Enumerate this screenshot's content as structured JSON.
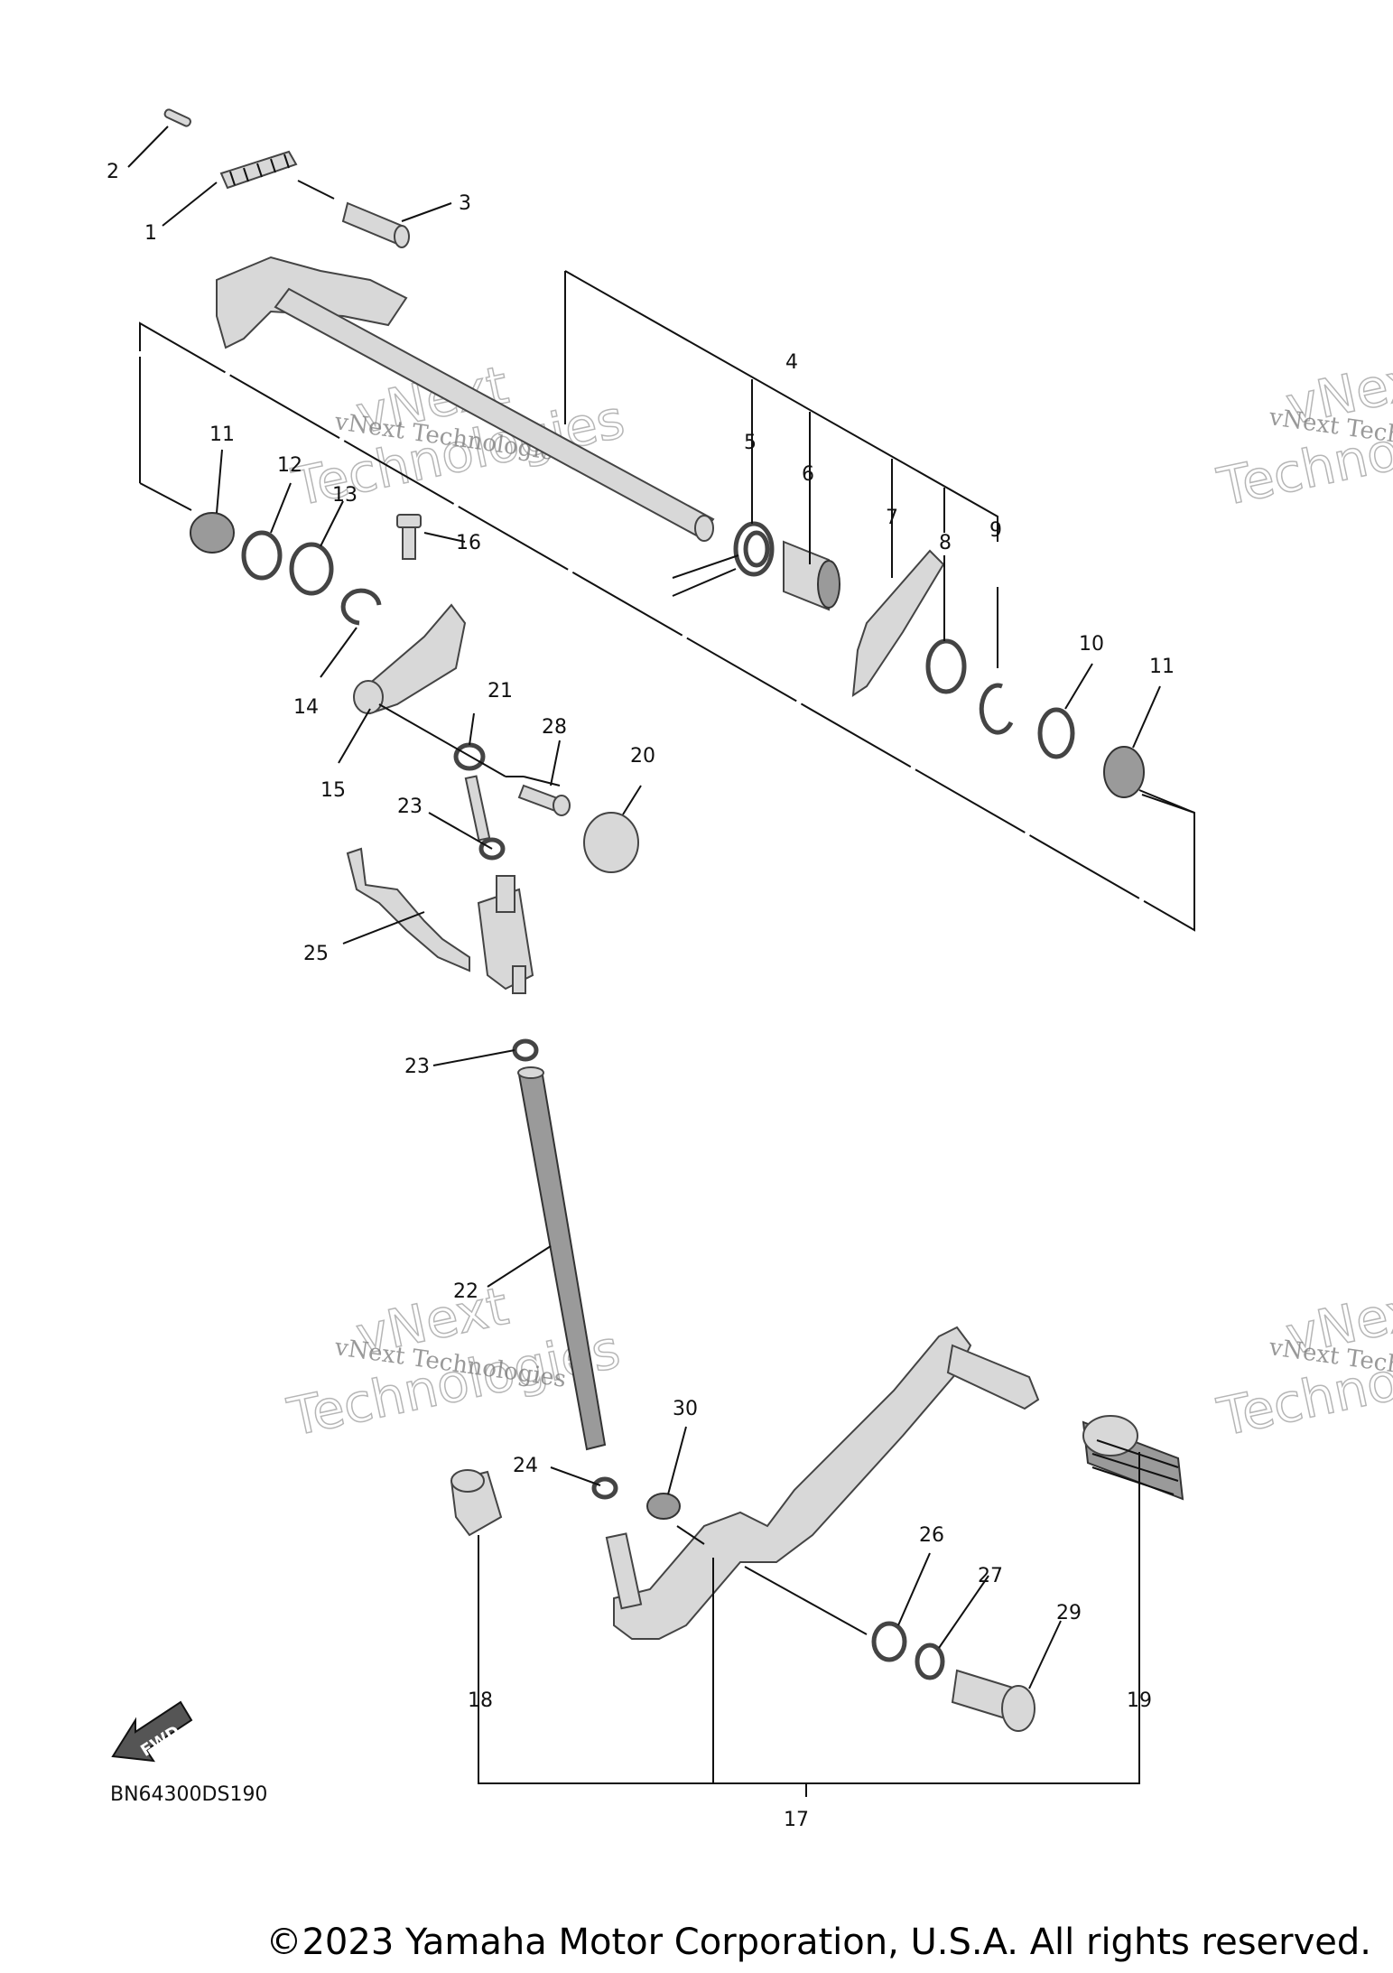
{
  "diagram": {
    "callouts": [
      {
        "id": "c2",
        "text": "2"
      },
      {
        "id": "c1",
        "text": "1"
      },
      {
        "id": "c3",
        "text": "3"
      },
      {
        "id": "c4",
        "text": "4"
      },
      {
        "id": "c5",
        "text": "5"
      },
      {
        "id": "c6",
        "text": "6"
      },
      {
        "id": "c7",
        "text": "7"
      },
      {
        "id": "c8",
        "text": "8"
      },
      {
        "id": "c9",
        "text": "9"
      },
      {
        "id": "c10",
        "text": "10"
      },
      {
        "id": "c11a",
        "text": "11"
      },
      {
        "id": "c11b",
        "text": "11"
      },
      {
        "id": "c12",
        "text": "12"
      },
      {
        "id": "c13",
        "text": "13"
      },
      {
        "id": "c14",
        "text": "14"
      },
      {
        "id": "c15",
        "text": "15"
      },
      {
        "id": "c16",
        "text": "16"
      },
      {
        "id": "c17",
        "text": "17"
      },
      {
        "id": "c18",
        "text": "18"
      },
      {
        "id": "c19",
        "text": "19"
      },
      {
        "id": "c20",
        "text": "20"
      },
      {
        "id": "c21",
        "text": "21"
      },
      {
        "id": "c22",
        "text": "22"
      },
      {
        "id": "c23a",
        "text": "23"
      },
      {
        "id": "c23b",
        "text": "23"
      },
      {
        "id": "c24",
        "text": "24"
      },
      {
        "id": "c25",
        "text": "25"
      },
      {
        "id": "c26",
        "text": "26"
      },
      {
        "id": "c27",
        "text": "27"
      },
      {
        "id": "c28",
        "text": "28"
      },
      {
        "id": "c29",
        "text": "29"
      },
      {
        "id": "c30",
        "text": "30"
      }
    ],
    "fwd_label": "FWD",
    "diagram_code": "BN64300DS190"
  },
  "watermark": {
    "line_small": "vNext Technologies",
    "line_big_1": "vNext",
    "line_big_2": "Technologies"
  },
  "footer": {
    "copyright": "©2023 Yamaha Motor Corporation, U.S.A. All rights reserved."
  }
}
